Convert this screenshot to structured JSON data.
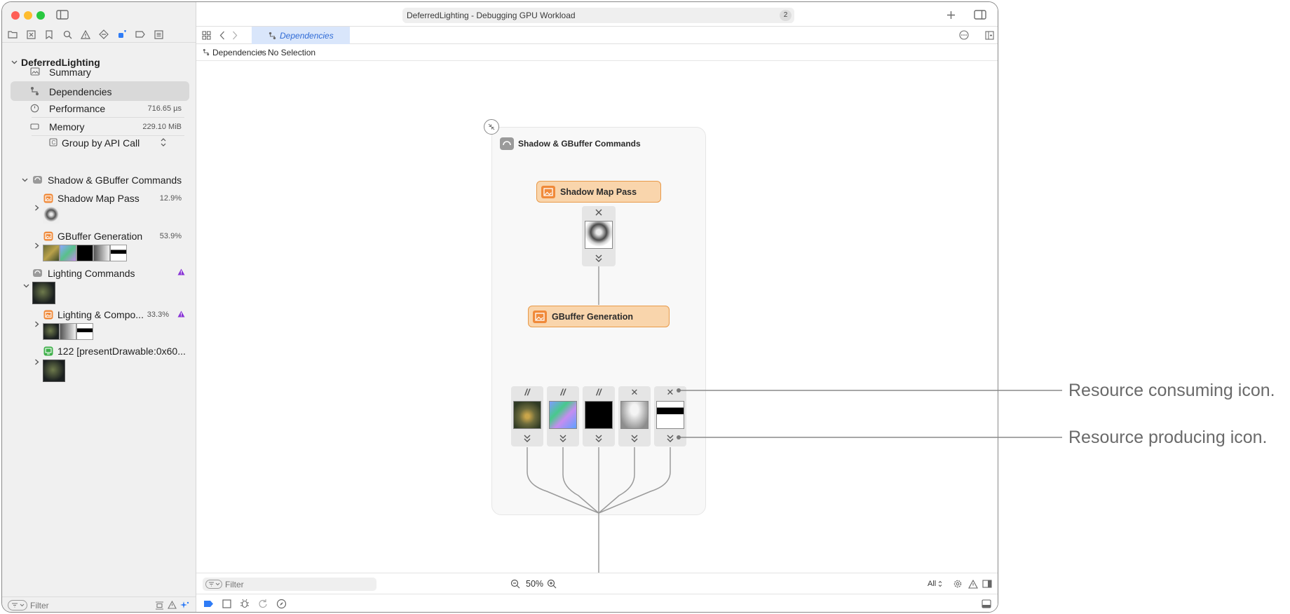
{
  "window": {
    "title": "DeferredLighting - Debugging GPU Workload",
    "badge": "2"
  },
  "colors": {
    "accent": "#2f7cf6",
    "node_fill": "#f9d5ac",
    "node_border": "#e89a4a",
    "node_icon": "#f08a3a",
    "warning": "#8a36d6",
    "selected_row": "#d9d9d9"
  },
  "navigator_toolbar": {
    "icons": [
      "folder-icon",
      "x-square-icon",
      "bookmark-icon",
      "search-icon",
      "warning-icon",
      "diamond-icon",
      "debug-navigator-icon",
      "tag-icon",
      "list-icon"
    ]
  },
  "sidebar": {
    "root": "DeferredLighting",
    "items": [
      {
        "label": "Summary"
      },
      {
        "label": "Dependencies"
      },
      {
        "label": "Performance",
        "value": "716.65 µs"
      },
      {
        "label": "Memory",
        "value": "229.10 MiB"
      }
    ],
    "group_by": "Group by API Call",
    "tree": [
      {
        "label": "Shadow & GBuffer Commands"
      },
      {
        "label": "Shadow Map Pass",
        "pct": "12.9%"
      },
      {
        "label": "GBuffer Generation",
        "pct": "53.9%"
      },
      {
        "label": "Lighting Commands"
      },
      {
        "label": "Lighting & Compo...",
        "pct": "33.3%"
      },
      {
        "label": "122 [presentDrawable:0x60..."
      }
    ],
    "filter_placeholder": "Filter"
  },
  "editor": {
    "tab_label": "Dependencies",
    "breadcrumb": [
      "Dependencies",
      "No Selection"
    ]
  },
  "graph": {
    "group_title": "Shadow & GBuffer Commands",
    "nodes": [
      {
        "label": "Shadow Map Pass"
      },
      {
        "label": "GBuffer Generation"
      }
    ],
    "gbuffer_resources_top": [
      "//",
      "//",
      "//",
      "✕",
      "✕"
    ]
  },
  "bottom_bar": {
    "filter_placeholder": "Filter",
    "zoom": "50%",
    "scope": "All"
  },
  "callouts": [
    "Resource consuming icon.",
    "Resource producing icon."
  ]
}
